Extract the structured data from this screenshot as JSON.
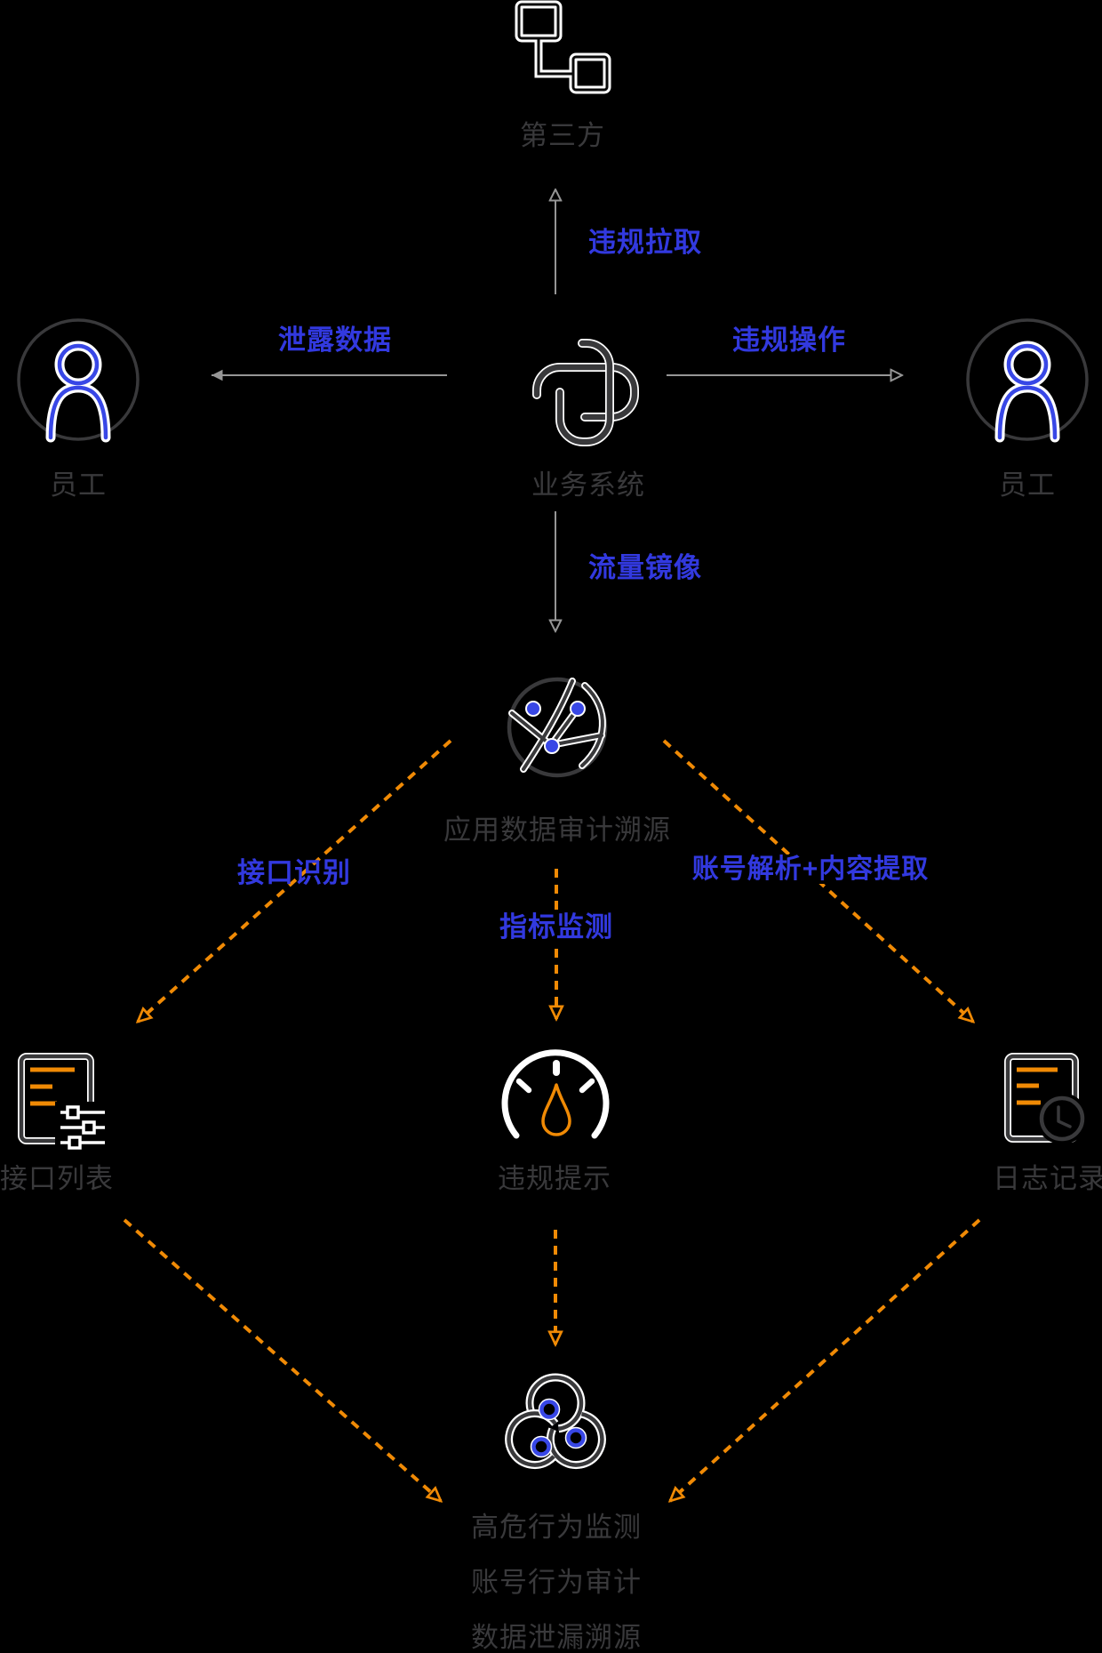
{
  "diagram": {
    "colors": {
      "background": "#000000",
      "dark_text": "#39393b",
      "blue_label": "#3239df",
      "orange_accent": "#f08a05",
      "arrow_gray": "#969696",
      "icon_blue": "#3847e6",
      "icon_white": "#ffffff"
    },
    "icons": {
      "third_party": "connected-nodes-icon",
      "employee": "person-circle-icon",
      "business_system": "interlocked-plus-icon",
      "audit_trace": "network-globe-icon",
      "api_list": "document-sliders-icon",
      "violation_alert": "gauge-icon",
      "log_record": "document-clock-icon",
      "outcomes": "triple-swirl-icon"
    },
    "nodes": {
      "third_party": {
        "label": "第三方"
      },
      "employee_left": {
        "label": "员工"
      },
      "business_system": {
        "label": "业务系统"
      },
      "employee_right": {
        "label": "员工"
      },
      "audit_trace": {
        "label": "应用数据审计溯源"
      },
      "api_list": {
        "label": "接口列表"
      },
      "violation_alert": {
        "label": "违规提示"
      },
      "log_record": {
        "label": "日志记录"
      },
      "outcomes": {
        "line1": "高危行为监测",
        "line2": "账号行为审计",
        "line3": "数据泄漏溯源"
      }
    },
    "edges": {
      "illegal_pull": {
        "label": "违规拉取"
      },
      "leak_data": {
        "label": "泄露数据"
      },
      "illegal_operation": {
        "label": "违规操作"
      },
      "traffic_mirror": {
        "label": "流量镜像"
      },
      "api_identification": {
        "label": "接口识别"
      },
      "metric_monitoring": {
        "label": "指标监测"
      },
      "account_parse_extract": {
        "label": "账号解析+内容提取"
      }
    }
  }
}
